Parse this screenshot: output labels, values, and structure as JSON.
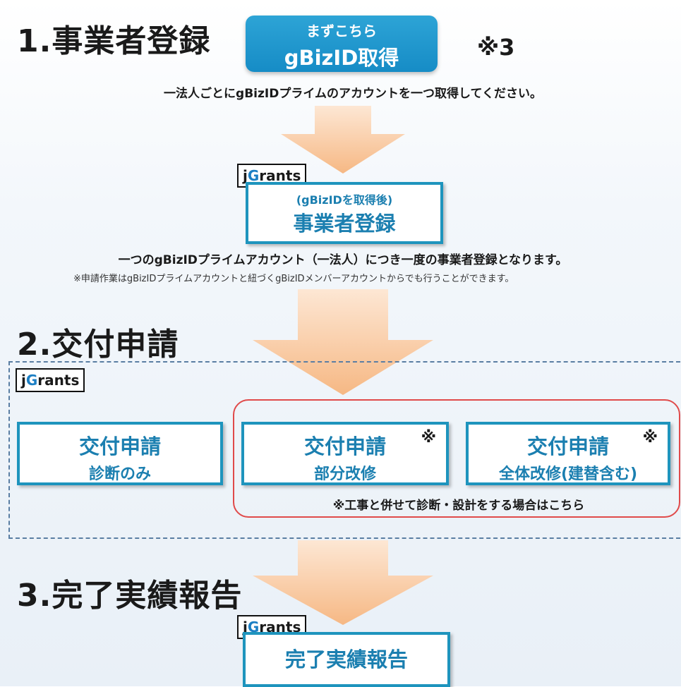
{
  "section1": {
    "title": "1.事業者登録",
    "gbiz_button": {
      "sub": "まずこちら",
      "main": "gBizID取得"
    },
    "note_mark": "※3",
    "caption": "一法人ごとにgBizIDプライムのアカウントを一つ取得してください。",
    "jgrants_logo": {
      "j": "j",
      "g": "G",
      "rest": "rants"
    },
    "reg_box": {
      "sub": "(gBizIDを取得後)",
      "main": "事業者登録"
    },
    "caption2": "一つのgBizIDプライムアカウント（一法人）につき一度の事業者登録となります。",
    "caption3": "※申請作業はgBizIDプライムアカウントと紐づくgBizIDメンバーアカウントからでも行うことができます。"
  },
  "section2": {
    "title": "2.交付申請",
    "jgrants_logo": {
      "j": "j",
      "g": "G",
      "rest": "rants"
    },
    "boxes": [
      {
        "l1": "交付申請",
        "l2": "診断のみ",
        "mark": ""
      },
      {
        "l1": "交付申請",
        "l2": "部分改修",
        "mark": "※"
      },
      {
        "l1": "交付申請",
        "l2": "全体改修(建替含む)",
        "mark": "※"
      }
    ],
    "red_note": "※工事と併せて診断・設計をする場合はこちら"
  },
  "section3": {
    "title": "3.完了実績報告",
    "jgrants_logo": {
      "j": "j",
      "g": "G",
      "rest": "rants"
    },
    "box": {
      "main": "完了実績報告"
    }
  },
  "colors": {
    "accent_blue": "#1e94bd",
    "button_blue": "#168cc6",
    "arrow_orange": "#f7bd8b",
    "red_outline": "#e04a4a"
  }
}
